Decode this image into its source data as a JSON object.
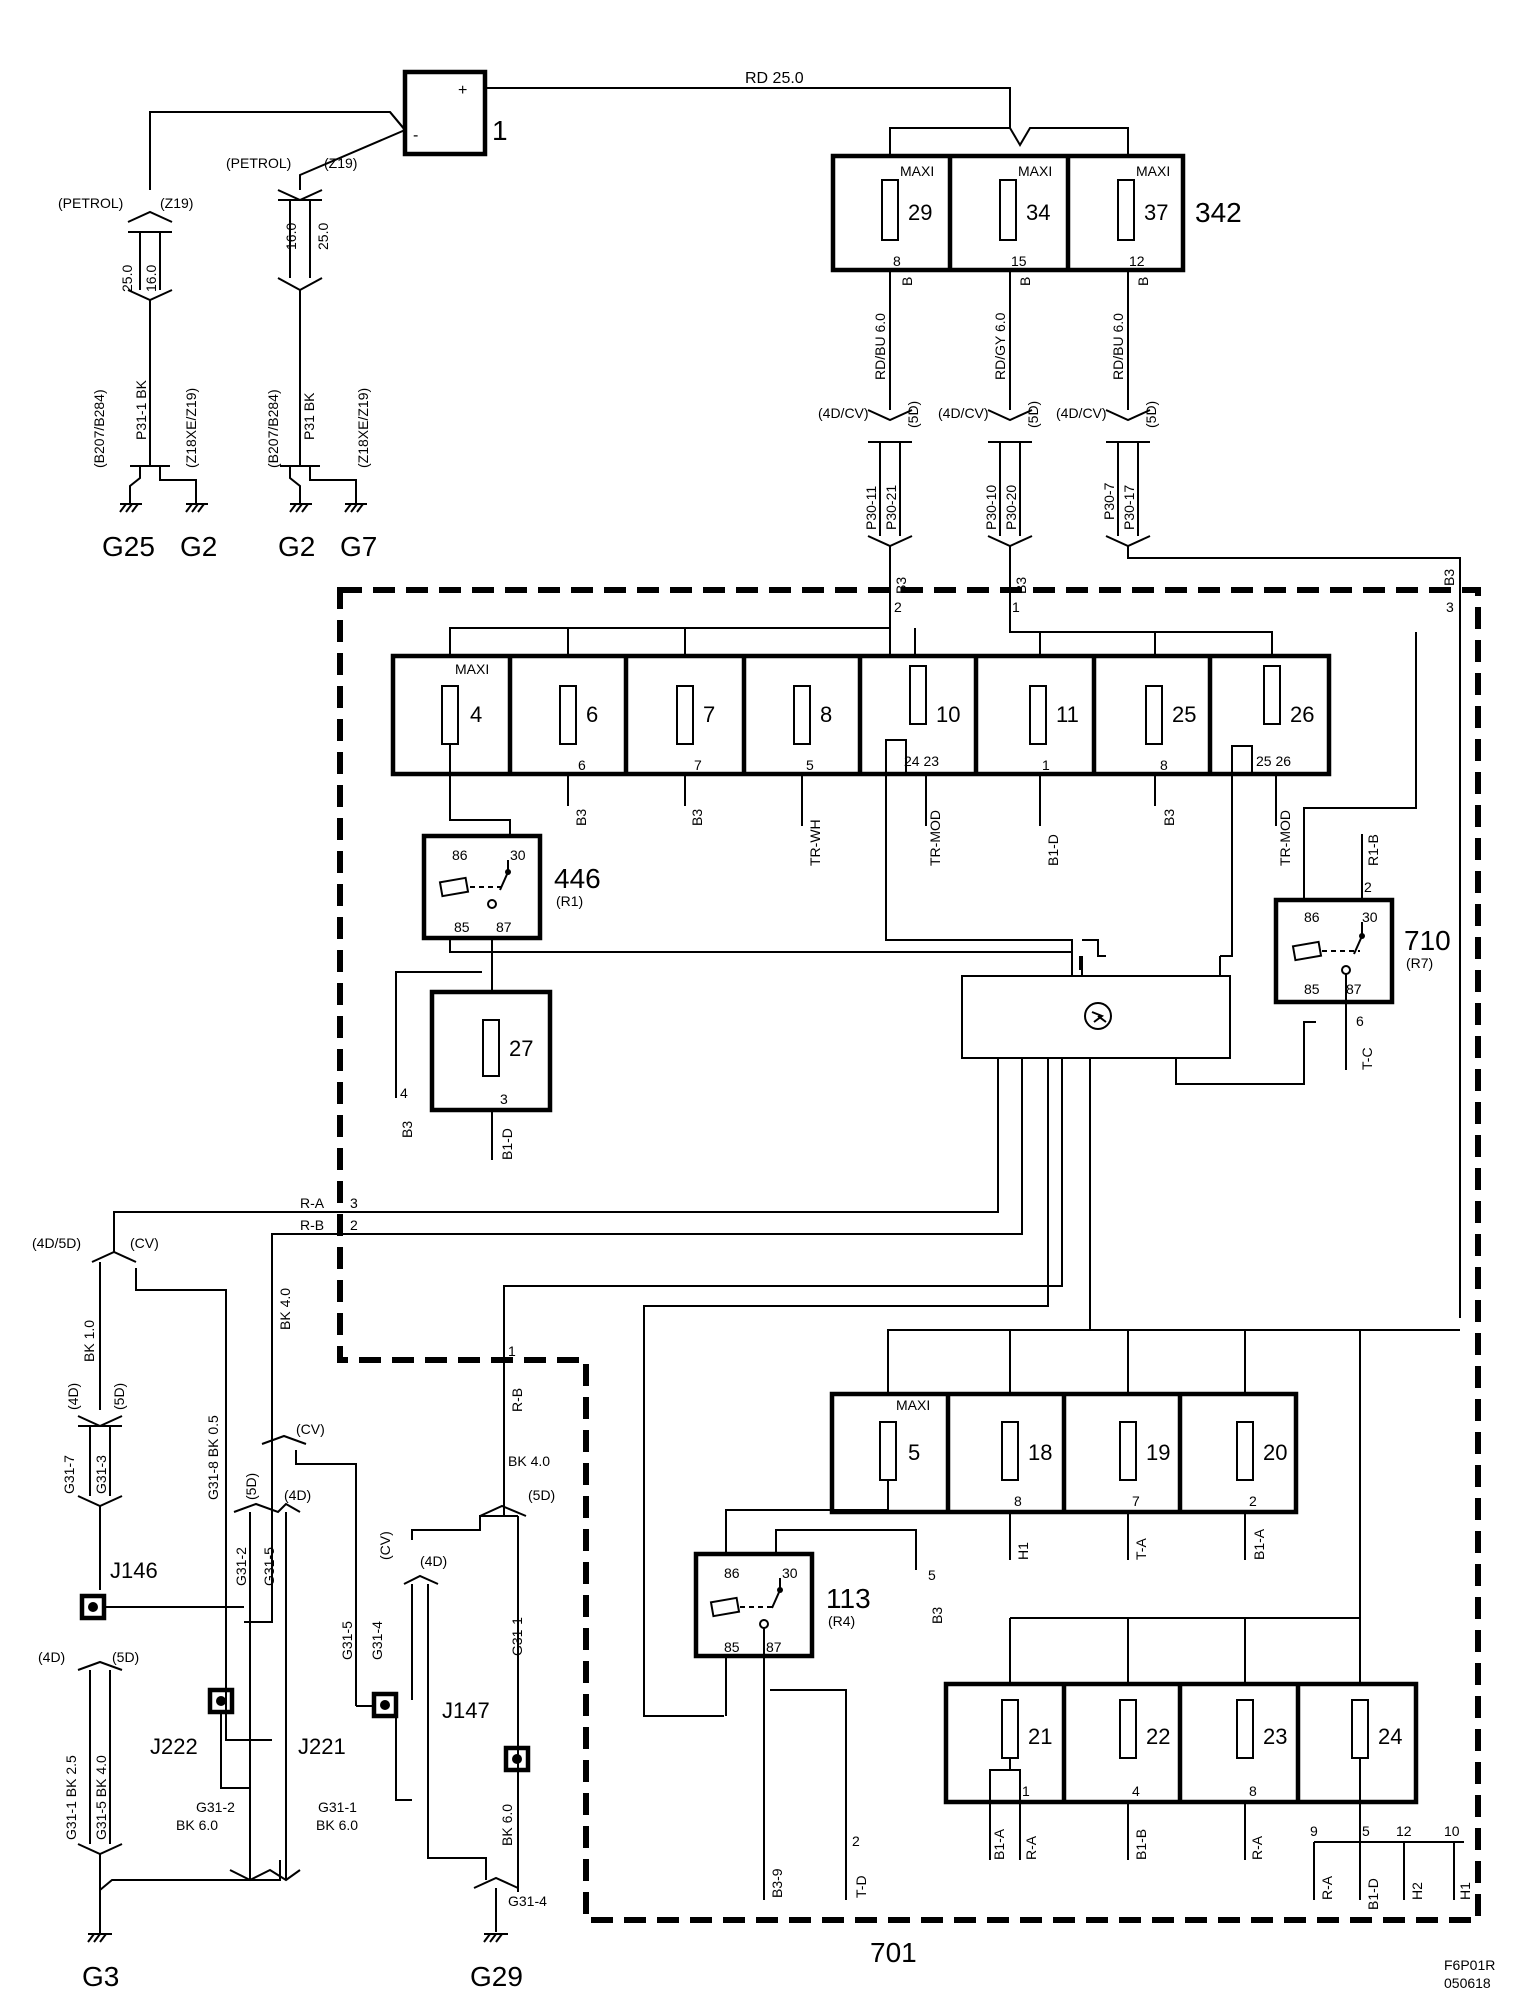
{
  "battery": {
    "id": "1",
    "plus": "+",
    "minus": "-"
  },
  "main_feed": "RD  25.0",
  "fuse_box_342": {
    "id": "342",
    "fuses": [
      {
        "type": "MAXI",
        "num": "29",
        "pin": "8",
        "b": "B",
        "wire": "RD/BU 6.0",
        "lv": "(4D/CV)",
        "rv": "(5D)",
        "conn_l": "P30-11",
        "conn_r": "P30-21"
      },
      {
        "type": "MAXI",
        "num": "34",
        "pin": "15",
        "b": "B",
        "wire": "RD/GY 6.0",
        "lv": "(4D/CV)",
        "rv": "(5D)",
        "conn_l": "P30-10",
        "conn_r": "P30-20"
      },
      {
        "type": "MAXI",
        "num": "37",
        "pin": "12",
        "b": "B",
        "wire": "RD/BU 6.0",
        "lv": "(4D/CV)",
        "rv": "(5D)",
        "conn_l": "P30-7",
        "conn_r": "P30-17"
      }
    ]
  },
  "ground_left": {
    "v1": "(PETROL)",
    "v2": "(Z19)",
    "w1": "25.0",
    "w2": "16.0",
    "conn": "P31-1  BK",
    "vl": "(B207/B284)",
    "vr": "(Z18XE/Z19)",
    "g1": "G25",
    "g2": "G2"
  },
  "ground_mid": {
    "v1": "(PETROL)",
    "v2": "(Z19)",
    "w1": "16.0",
    "w2": "25.0",
    "conn": "P31  BK",
    "vl": "(B207/B284)",
    "vr": "(Z18XE/Z19)",
    "g1": "G2",
    "g2": "G7"
  },
  "b3_feeds": {
    "f1": "B3",
    "p1": "2",
    "f2": "B3",
    "p2": "1",
    "f3": "B3",
    "p3": "3"
  },
  "fuse_row_upper": [
    {
      "num": "4",
      "type": "MAXI",
      "pin": "",
      "out": ""
    },
    {
      "num": "6",
      "type": "",
      "pin": "6",
      "out": "B3"
    },
    {
      "num": "7",
      "type": "",
      "pin": "7",
      "out": "B3"
    },
    {
      "num": "8",
      "type": "",
      "pin": "5",
      "out": "TR-WH"
    },
    {
      "num": "10",
      "type": "",
      "pin": "24  23",
      "out": "TR-MOD"
    },
    {
      "num": "11",
      "type": "",
      "pin": "1",
      "out": "B1-D"
    },
    {
      "num": "25",
      "type": "",
      "pin": "8",
      "out": "B3"
    },
    {
      "num": "26",
      "type": "",
      "pin": "25  26",
      "out": "TR-MOD"
    }
  ],
  "relay_446": {
    "id": "446",
    "tag": "(R1)",
    "p86": "86",
    "p30": "30",
    "p85": "85",
    "p87": "87"
  },
  "fuse_27": {
    "num": "27",
    "pin": "3",
    "out": "B1-D"
  },
  "b3_4": {
    "pin": "4",
    "label": "B3"
  },
  "relay_710": {
    "id": "710",
    "tag": "(R7)",
    "p86": "86",
    "p30": "30",
    "p85": "85",
    "p87": "87",
    "top_pin": "2",
    "top_label": "R1-B",
    "bot_pin": "6",
    "bot_label": "T-C"
  },
  "ra_rb": {
    "ra": "R-A",
    "ra_pin": "3",
    "rb": "R-B",
    "rb_pin": "2",
    "rb_bottom": "R-B",
    "rb_bottom_pin": "1",
    "bk40": "BK  4.0"
  },
  "fuse_row_lower": [
    {
      "num": "5",
      "type": "MAXI",
      "pin": "",
      "out": ""
    },
    {
      "num": "18",
      "type": "",
      "pin": "8",
      "out": "H1"
    },
    {
      "num": "19",
      "type": "",
      "pin": "7",
      "out": "T-A"
    },
    {
      "num": "20",
      "type": "",
      "pin": "2",
      "out": "B1-A"
    }
  ],
  "relay_113": {
    "id": "113",
    "tag": "(R4)",
    "p86": "86",
    "p30": "30",
    "p85": "85",
    "p87": "87",
    "b3_pin": "5",
    "b3": "B3",
    "b39": "B3-9",
    "td_pin": "2",
    "td": "T-D"
  },
  "fuse_row_bottom": [
    {
      "num": "21",
      "pin": "1",
      "out1": "B1-A",
      "out2": "R-A"
    },
    {
      "num": "22",
      "pin": "4",
      "out1": "B1-B",
      "out2": ""
    },
    {
      "num": "23",
      "pin": "8",
      "out1": "R-A",
      "out2": ""
    },
    {
      "num": "24",
      "pin": "",
      "out1": "",
      "out2": ""
    }
  ],
  "bottom_right_outputs": [
    {
      "pin": "9",
      "label": "R-A"
    },
    {
      "pin": "5",
      "label": "B1-D"
    },
    {
      "pin": "12",
      "label": "H2"
    },
    {
      "pin": "10",
      "label": "H1"
    }
  ],
  "box_701": "701",
  "left_ground": {
    "v4d5d": "(4D/5D)",
    "vcv": "(CV)",
    "bk10": "BK  1.0",
    "v4d": "(4D)",
    "v5d": "(5D)",
    "g317": "G31-7",
    "g313": "G31-3",
    "g318": "G31-8  BK  0.5",
    "bk40": "BK  4.0",
    "vcv2": "(CV)",
    "v5d2": "(5D)",
    "v4d2": "(4D)",
    "g312": "G31-2",
    "g315": "G31-5",
    "g315b": "G31-5",
    "g314": "G31-4",
    "vcv3": "(CV)",
    "v4d3": "(4D)",
    "bk40b": "BK  4.0",
    "v5d3": "(5D)",
    "g311": "G31-1",
    "j146": "J146",
    "j222": "J222",
    "j221": "J221",
    "j147": "J147",
    "v4d4": "(4D)",
    "v5d4": "(5D)",
    "g311bk": "G31-1  BK  2.5",
    "g315bk": "G31-5  BK  4.0",
    "g312bk": "G31-2",
    "bk60a": "BK    6.0",
    "g311b": "G31-1",
    "bk60b": "BK    6.0",
    "bk60c": "BK  6.0",
    "g314b": "G31-4",
    "g3": "G3",
    "g29": "G29"
  },
  "footer": {
    "l1": "F6P01R",
    "l2": "050618"
  }
}
